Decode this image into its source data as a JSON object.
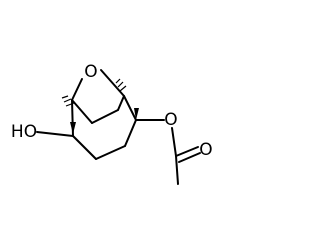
{
  "molecule": {
    "atoms": {
      "ring_oxygen": {
        "label": "O",
        "color": "#000000"
      },
      "ester_oxygen": {
        "label": "O",
        "color": "#000000"
      },
      "carbonyl_oxygen": {
        "label": "O",
        "color": "#000000"
      },
      "hydroxyl": {
        "label": "HO",
        "color": "#000000"
      }
    }
  }
}
